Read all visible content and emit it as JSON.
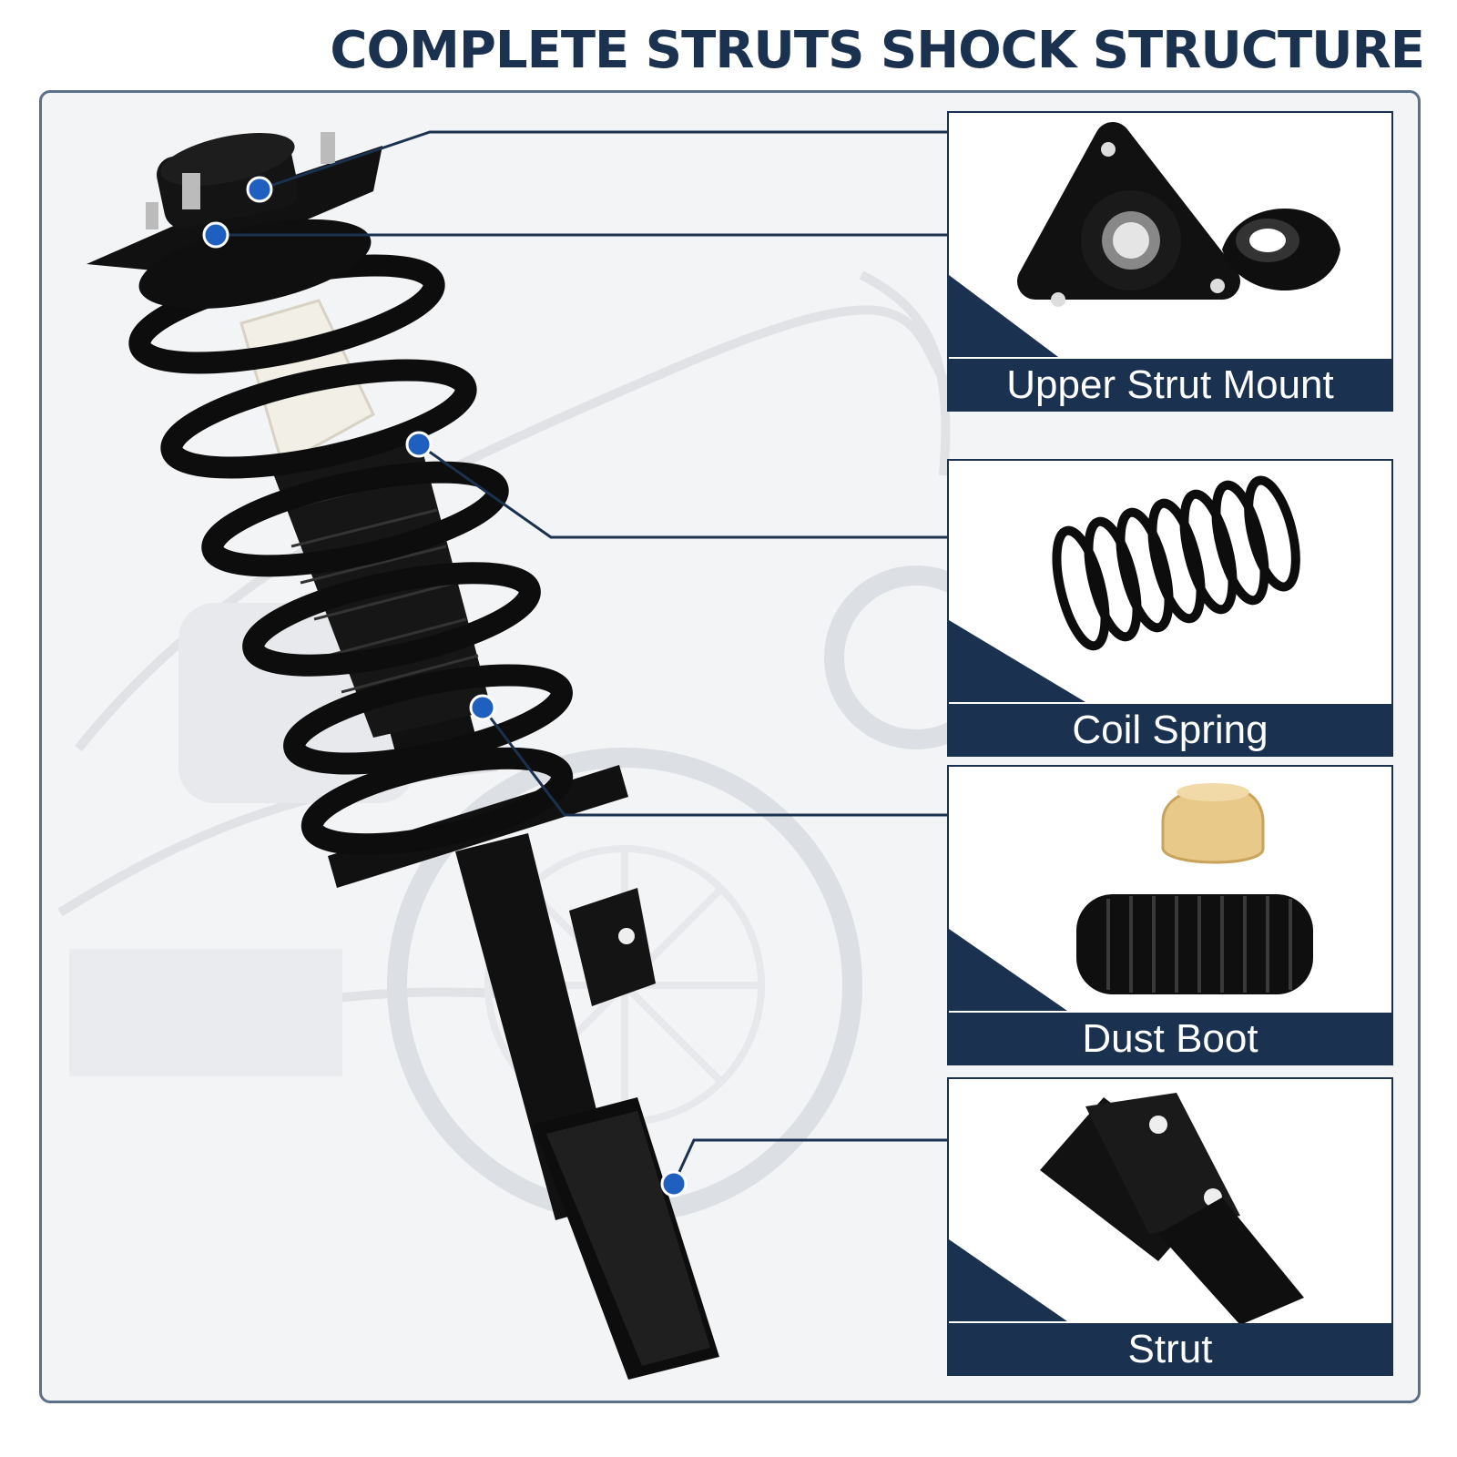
{
  "title": "COMPLETE STRUTS SHOCK STRUCTURE",
  "colors": {
    "navy": "#1b3150",
    "marker": "#1f5fbf",
    "frame": "#5c6f8a"
  },
  "components": [
    {
      "label": "Upper Strut Mount",
      "icon": "upper-strut-mount-icon"
    },
    {
      "label": "Coil Spring",
      "icon": "coil-spring-icon"
    },
    {
      "label": "Dust Boot",
      "icon": "dust-boot-icon"
    },
    {
      "label": "Strut",
      "icon": "strut-icon"
    }
  ]
}
